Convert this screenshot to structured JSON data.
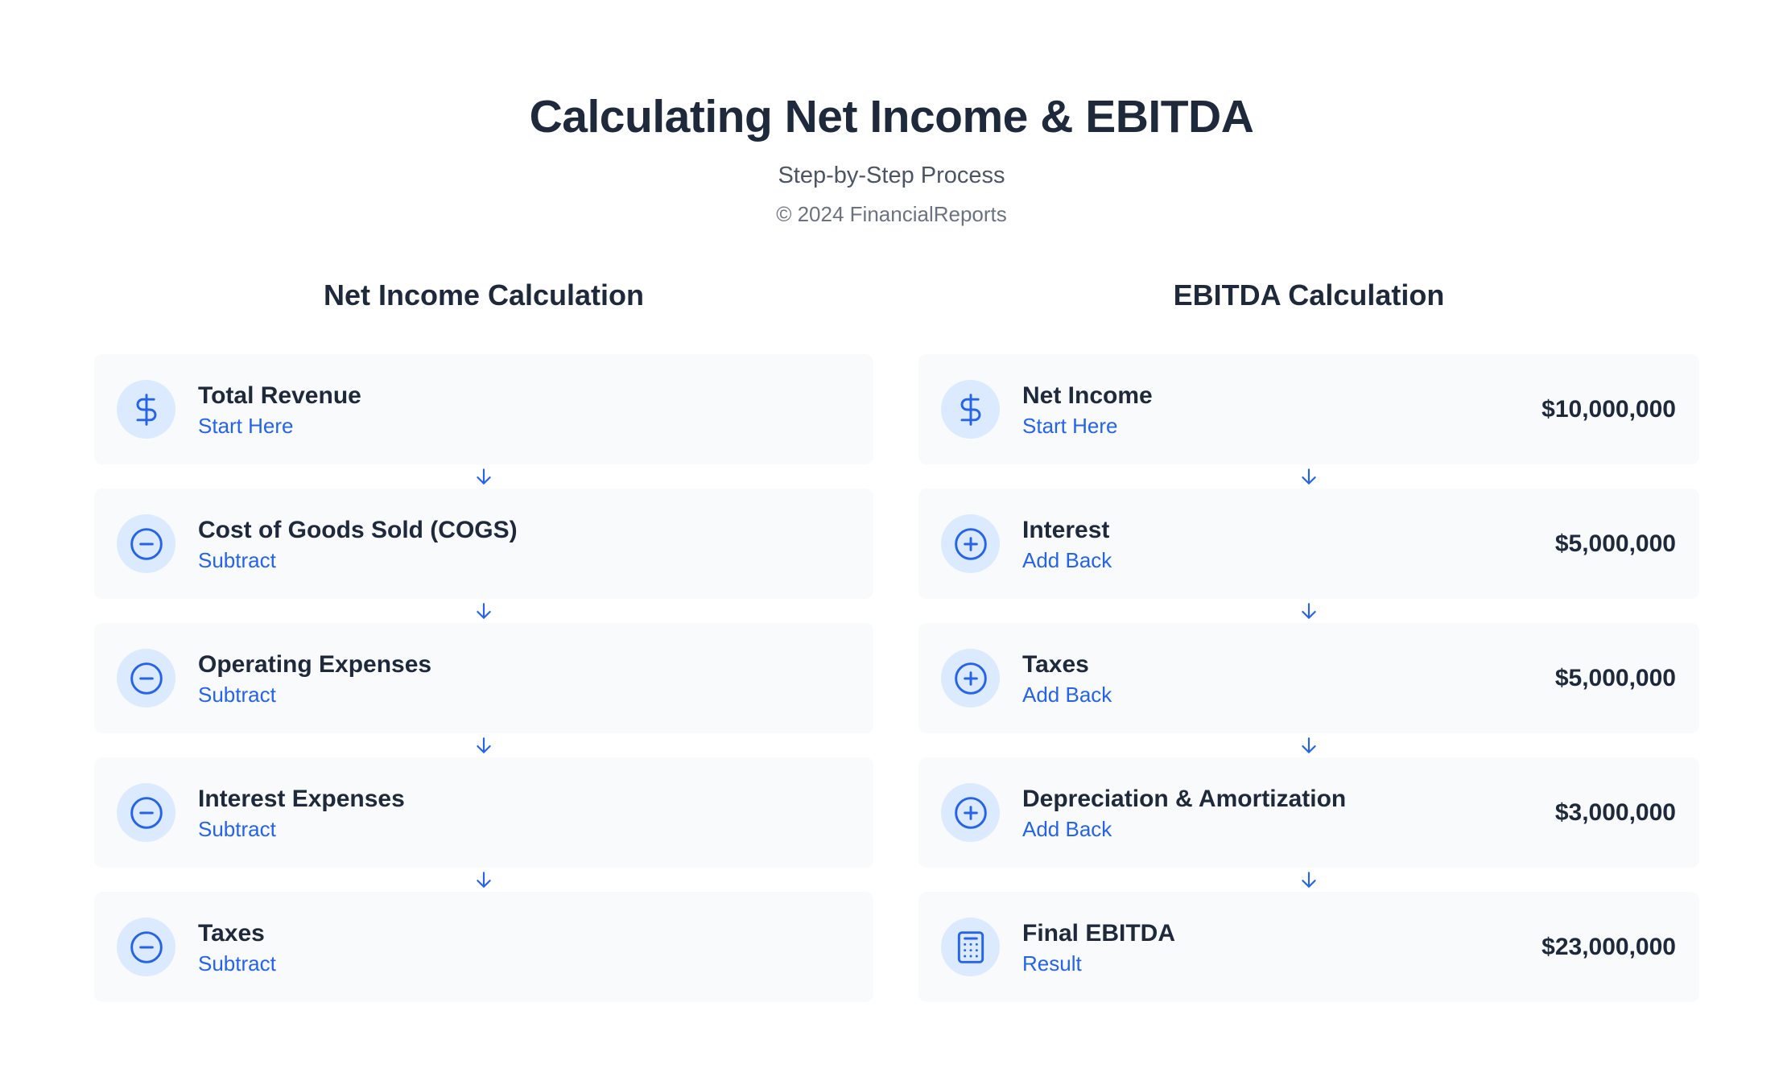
{
  "header": {
    "title": "Calculating Net Income & EBITDA",
    "subtitle": "Step-by-Step Process",
    "copyright": "© 2024 FinancialReports"
  },
  "net_income": {
    "title": "Net Income Calculation",
    "steps": [
      {
        "label": "Total Revenue",
        "action": "Start Here",
        "icon": "dollar-icon"
      },
      {
        "label": "Cost of Goods Sold (COGS)",
        "action": "Subtract",
        "icon": "minus-circle-icon"
      },
      {
        "label": "Operating Expenses",
        "action": "Subtract",
        "icon": "minus-circle-icon"
      },
      {
        "label": "Interest Expenses",
        "action": "Subtract",
        "icon": "minus-circle-icon"
      },
      {
        "label": "Taxes",
        "action": "Subtract",
        "icon": "minus-circle-icon"
      }
    ]
  },
  "ebitda": {
    "title": "EBITDA Calculation",
    "steps": [
      {
        "label": "Net Income",
        "action": "Start Here",
        "value": "$10,000,000",
        "icon": "dollar-icon"
      },
      {
        "label": "Interest",
        "action": "Add Back",
        "value": "$5,000,000",
        "icon": "plus-circle-icon"
      },
      {
        "label": "Taxes",
        "action": "Add Back",
        "value": "$5,000,000",
        "icon": "plus-circle-icon"
      },
      {
        "label": "Depreciation & Amortization",
        "action": "Add Back",
        "value": "$3,000,000",
        "icon": "plus-circle-icon"
      },
      {
        "label": "Final EBITDA",
        "action": "Result",
        "value": "$23,000,000",
        "icon": "calculator-icon"
      }
    ]
  },
  "colors": {
    "accent": "#2563eb",
    "icon_bg": "#dbeafe",
    "card_bg": "#f8fafc",
    "text": "#1e293b"
  }
}
